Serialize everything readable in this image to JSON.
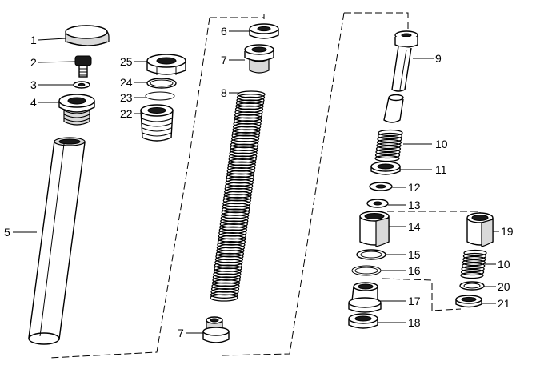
{
  "diagram": {
    "callouts": [
      {
        "id": "c1",
        "label": "1"
      },
      {
        "id": "c2",
        "label": "2"
      },
      {
        "id": "c3",
        "label": "3"
      },
      {
        "id": "c4",
        "label": "4"
      },
      {
        "id": "c5",
        "label": "5"
      },
      {
        "id": "c25",
        "label": "25"
      },
      {
        "id": "c24",
        "label": "24"
      },
      {
        "id": "c23",
        "label": "23"
      },
      {
        "id": "c22",
        "label": "22"
      },
      {
        "id": "c6",
        "label": "6"
      },
      {
        "id": "c7a",
        "label": "7"
      },
      {
        "id": "c8",
        "label": "8"
      },
      {
        "id": "c7b",
        "label": "7"
      },
      {
        "id": "c9",
        "label": "9"
      },
      {
        "id": "c10a",
        "label": "10"
      },
      {
        "id": "c11",
        "label": "11"
      },
      {
        "id": "c12",
        "label": "12"
      },
      {
        "id": "c13",
        "label": "13"
      },
      {
        "id": "c14",
        "label": "14"
      },
      {
        "id": "c15",
        "label": "15"
      },
      {
        "id": "c16",
        "label": "16"
      },
      {
        "id": "c17",
        "label": "17"
      },
      {
        "id": "c18",
        "label": "18"
      },
      {
        "id": "c19",
        "label": "19"
      },
      {
        "id": "c10b",
        "label": "10"
      },
      {
        "id": "c20",
        "label": "20"
      },
      {
        "id": "c21",
        "label": "21"
      }
    ]
  }
}
